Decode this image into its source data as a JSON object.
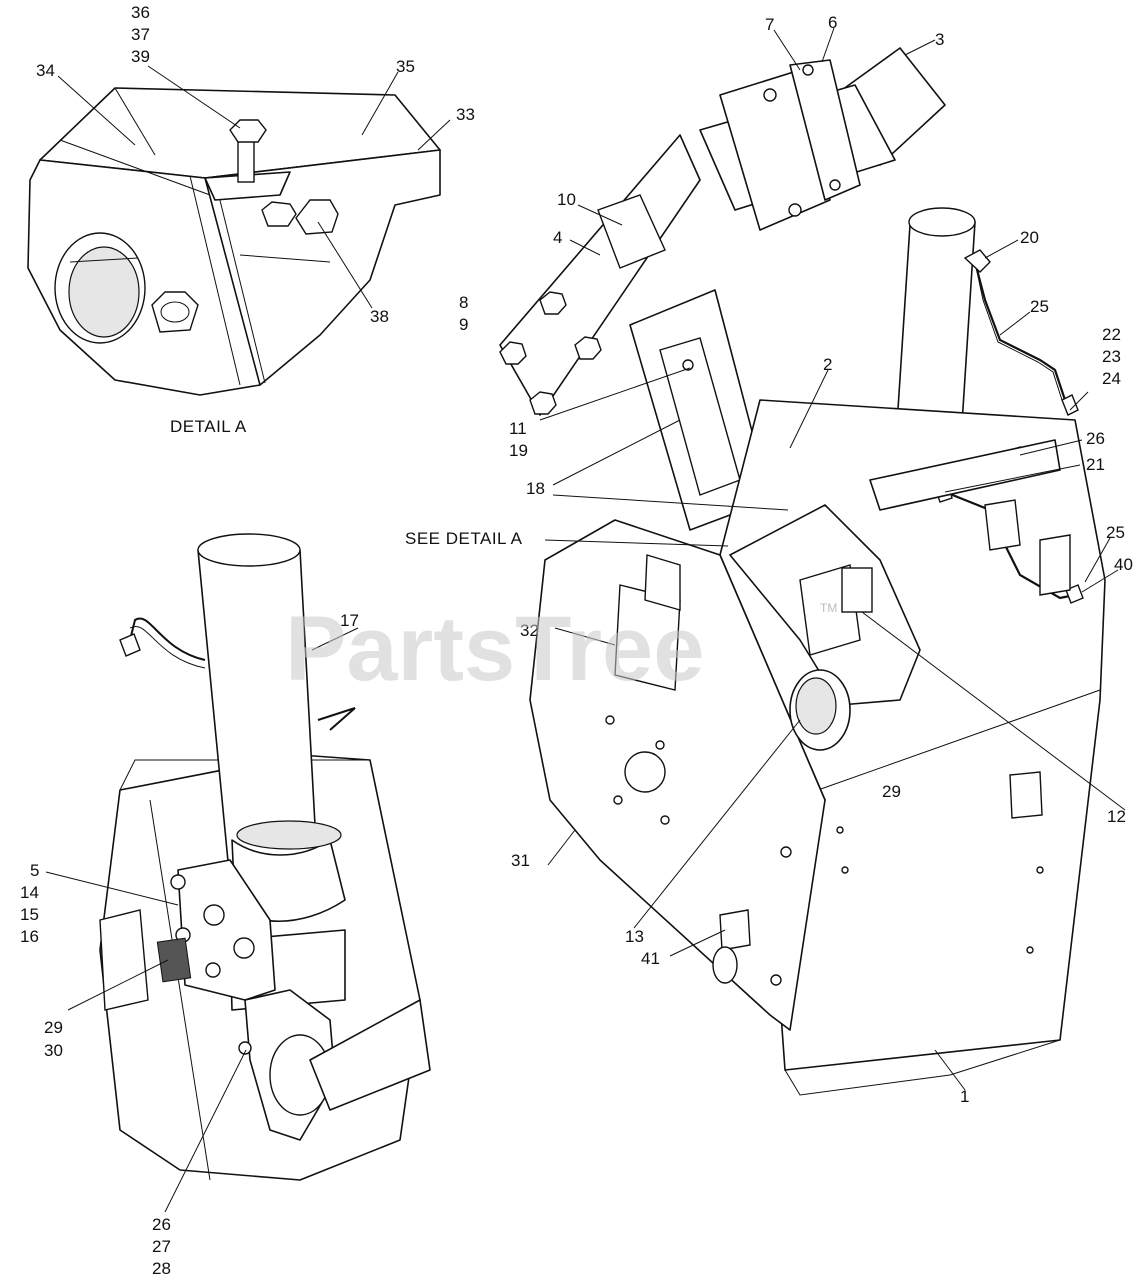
{
  "watermark": {
    "text": "PartsTree",
    "tm": "TM"
  },
  "detail_caption": "DETAIL A",
  "see_detail": "SEE DETAIL A",
  "callouts": {
    "c36": "36",
    "c37": "37",
    "c39": "39",
    "c34": "34",
    "c35": "35",
    "c33": "33",
    "c38": "38",
    "c7": "7",
    "c6": "6",
    "c3": "3",
    "c10": "10",
    "c4": "4",
    "c8": "8",
    "c9": "9",
    "c20": "20",
    "c25a": "25",
    "c22": "22",
    "c23": "23",
    "c24": "24",
    "c2": "2",
    "c11": "11",
    "c19": "19",
    "c26a": "26",
    "c21": "21",
    "c18": "18",
    "c25b": "25",
    "c40": "40",
    "c17": "17",
    "c32": "32",
    "c12": "12",
    "c29a": "29",
    "c31": "31",
    "c5": "5",
    "c14": "14",
    "c15": "15",
    "c16": "16",
    "c13": "13",
    "c41": "41",
    "c29b": "29",
    "c30": "30",
    "c1": "1",
    "c26b": "26",
    "c27": "27",
    "c28": "28"
  }
}
